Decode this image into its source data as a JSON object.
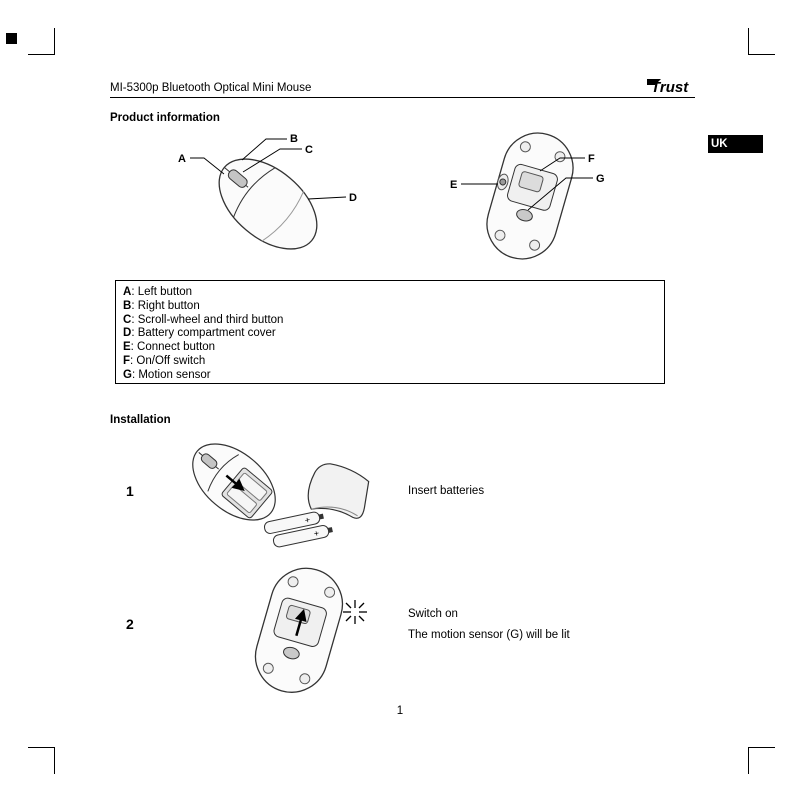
{
  "page": {
    "header_title": "MI-5300p Bluetooth Optical Mini Mouse",
    "brand_logo": "Trust",
    "region_tab": "UK",
    "page_number": "1"
  },
  "product_information": {
    "heading": "Product information",
    "legend": [
      {
        "key": "A",
        "text": ": Left button"
      },
      {
        "key": "B",
        "text": ": Right button"
      },
      {
        "key": "C",
        "text": ": Scroll-wheel and third button"
      },
      {
        "key": "D",
        "text": ": Battery compartment cover"
      },
      {
        "key": "E",
        "text": ": Connect button"
      },
      {
        "key": "F",
        "text": ": On/Off switch"
      },
      {
        "key": "G",
        "text": ": Motion sensor"
      }
    ],
    "callouts": {
      "a": "A",
      "b": "B",
      "c": "C",
      "d": "D",
      "e": "E",
      "f": "F",
      "g": "G"
    }
  },
  "installation": {
    "heading": "Installation",
    "battery_polarity": "+",
    "steps": [
      {
        "number": "1",
        "caption_lines": [
          "Insert batteries"
        ]
      },
      {
        "number": "2",
        "caption_lines": [
          "Switch on",
          "The motion sensor (G) will be lit"
        ]
      }
    ]
  }
}
